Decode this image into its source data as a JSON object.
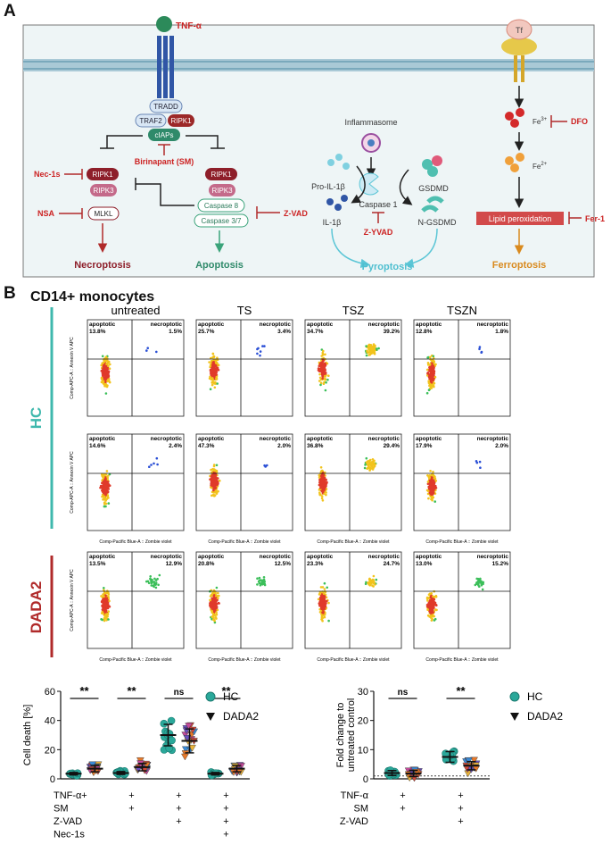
{
  "panel_a": {
    "label": "A",
    "tnf": "TNF-α",
    "tf": "Tf",
    "tradd": "TRADD",
    "traf2": "TRAF2",
    "ripk1": "RIPK1",
    "ciaps": "cIAPs",
    "birinapant": "Birinapant (SM)",
    "nec1s": "Nec-1s",
    "nsa": "NSA",
    "ripk1_l": "RIPK1",
    "ripk3_l": "RIPK3",
    "mlkl": "MLKL",
    "ripk1_r": "RIPK1",
    "ripk3_r": "RIPK3",
    "casp8": "Caspase 8",
    "casp37": "Caspase 3/7",
    "zvad": "Z-VAD",
    "necroptosis": "Necroptosis",
    "apoptosis": "Apoptosis",
    "inflammasome": "Inflammasome",
    "pro_il1b": "Pro-IL-1β",
    "caspase1": "Caspase 1",
    "zyvad": "Z-YVAD",
    "il1b": "IL-1β",
    "gsdmd": "GSDMD",
    "ngsdmd": "N-GSDMD",
    "pyroptosis": "Pyroptosis",
    "fe3": "Fe",
    "fe3_sup": "3+",
    "dfo": "DFO",
    "fe2": "Fe",
    "fe2_sup": "2+",
    "lipid": "Lipid peroxidation",
    "fer1": "Fer-1",
    "ferroptosis": "Ferroptosis"
  },
  "panel_b": {
    "label": "B",
    "title": "CD14+ monocytes",
    "columns": [
      "untreated",
      "TS",
      "TSZ",
      "TSZN"
    ],
    "groups": [
      "HC",
      "DADA2"
    ],
    "quad_left": "apoptotic",
    "quad_right": "necroptotic",
    "y_axis": "Comp-APC-A :: Annexin V APC",
    "x_axis": "Comp-Pacific Blue-A :: Zombie violet",
    "rows": [
      {
        "group": "HC",
        "apoptotic": [
          "13.8%",
          "25.7%",
          "34.7%",
          "12.8%"
        ],
        "necroptotic": [
          "1.5%",
          "3.4%",
          "39.2%",
          "1.8%"
        ]
      },
      {
        "group": "HC",
        "apoptotic": [
          "14.6%",
          "47.3%",
          "36.8%",
          "17.9%"
        ],
        "necroptotic": [
          "2.4%",
          "2.0%",
          "29.4%",
          "2.0%"
        ]
      },
      {
        "group": "DADA2",
        "apoptotic": [
          "13.5%",
          "20.8%",
          "23.3%",
          "13.0%"
        ],
        "necroptotic": [
          "12.9%",
          "12.5%",
          "24.7%",
          "15.2%"
        ]
      }
    ]
  },
  "chart_data": [
    {
      "type": "scatter",
      "ylabel": "Cell death [%]",
      "ylim": [
        0,
        60
      ],
      "yticks": [
        "0",
        "20",
        "40",
        "60"
      ],
      "legend": [
        "HC",
        "DADA2"
      ],
      "conditions": [
        {
          "TNF-α": "+",
          "SM": "",
          "Z-VAD": "",
          "Nec-1s": ""
        },
        {
          "TNF-α": "+",
          "SM": "+",
          "Z-VAD": "",
          "Nec-1s": ""
        },
        {
          "TNF-α": "+",
          "SM": "+",
          "Z-VAD": "+",
          "Nec-1s": ""
        },
        {
          "TNF-α": "+",
          "SM": "+",
          "Z-VAD": "+",
          "Nec-1s": "+"
        }
      ],
      "row_labels": [
        "TNF-α",
        "SM",
        "Z-VAD",
        "Nec-1s"
      ],
      "significance": [
        "**",
        "**",
        "ns",
        "**"
      ],
      "series": [
        {
          "name": "HC",
          "values": [
            3.5,
            4.0,
            30,
            3.5
          ]
        },
        {
          "name": "DADA2",
          "values": [
            7.0,
            8.0,
            26,
            7.0
          ]
        }
      ]
    },
    {
      "type": "scatter",
      "ylabel": "Fold change to untreated control",
      "ylim": [
        0,
        30
      ],
      "yticks": [
        "0",
        "10",
        "20",
        "30"
      ],
      "legend": [
        "HC",
        "DADA2"
      ],
      "conditions": [
        {
          "TNF-α": "+",
          "SM": "+",
          "Z-VAD": ""
        },
        {
          "TNF-α": "+",
          "SM": "+",
          "Z-VAD": "+"
        }
      ],
      "row_labels": [
        "TNF-α",
        "SM",
        "Z-VAD"
      ],
      "significance": [
        "ns",
        "**"
      ],
      "series": [
        {
          "name": "HC",
          "values": [
            2.0,
            7.5
          ]
        },
        {
          "name": "DADA2",
          "values": [
            1.8,
            4.5
          ]
        }
      ]
    }
  ]
}
